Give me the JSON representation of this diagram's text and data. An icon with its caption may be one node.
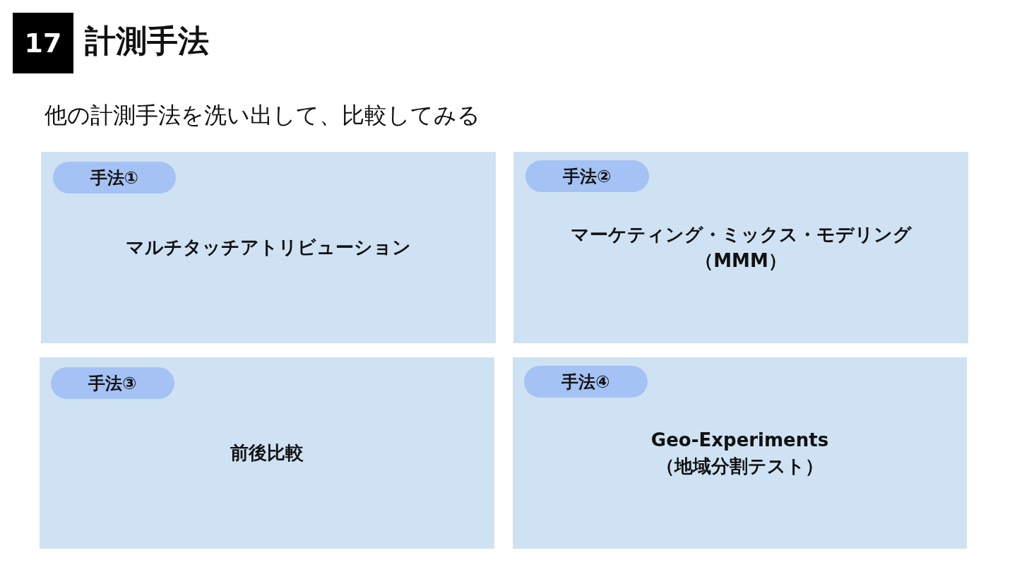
{
  "diagram": {
    "title": "計測手法",
    "nodes": [
      {
        "text": [
          "17"
        ]
      },
      {
        "text": [
          "マルチタッチアトリビューション"
        ]
      },
      {
        "text": [
          "手法①"
        ],
        "in": 1
      },
      {
        "text": [
          "マーケティング・ミックス・モデリング（MMM）"
        ]
      },
      {
        "text": [
          "手法②"
        ],
        "in": 3
      },
      {
        "text": [
          "前後比較"
        ]
      },
      {
        "text": [
          "手法③"
        ],
        "in": 5
      },
      {
        "text": [
          "Geo-Experiments（地域分割テスト）"
        ]
      },
      {
        "text": [
          "手法④"
        ],
        "in": 7
      }
    ],
    "labels": [
      "他の計測手法を洗い出して、比較してみる"
    ]
  }
}
